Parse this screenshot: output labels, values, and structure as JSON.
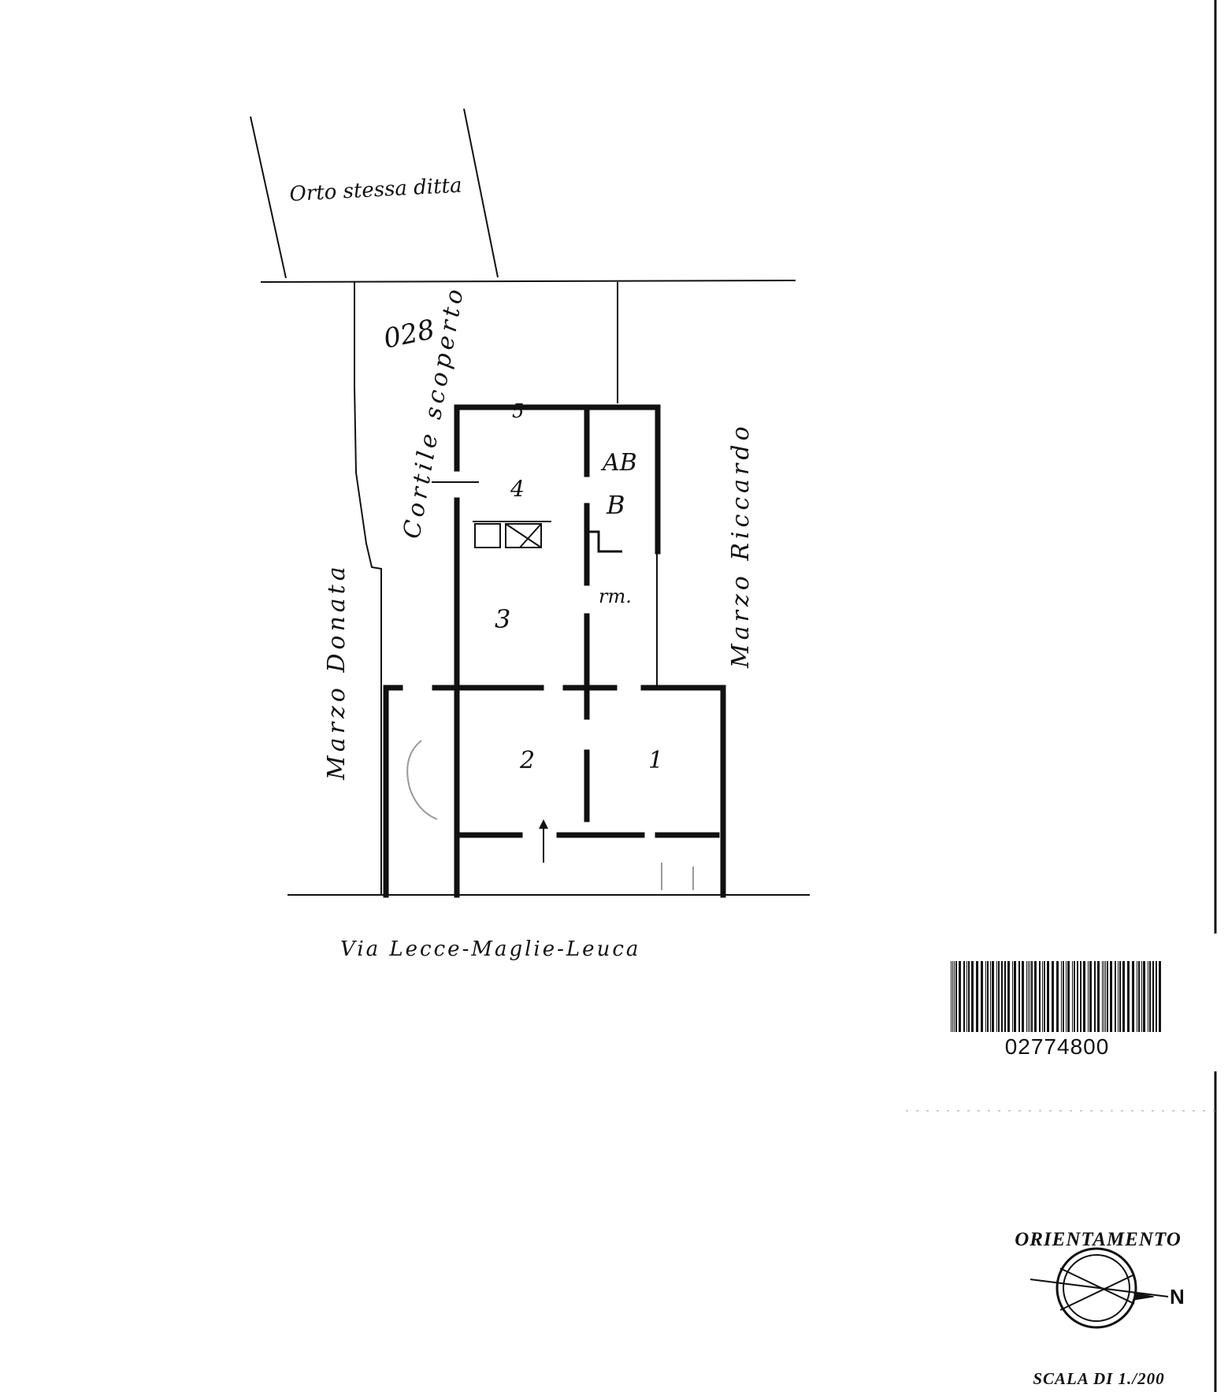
{
  "labels": {
    "garden": "Orto stessa ditta",
    "parcel": "028",
    "courtyard": "Cortile scoperto",
    "neighbor_left": "Marzo Donata",
    "neighbor_right": "Marzo Riccardo",
    "street": "Via Lecce-Maglie-Leuca",
    "room_1": "1",
    "room_2": "2",
    "room_3": "3",
    "room_4": "4",
    "room_5": "5",
    "wc_top": "AB",
    "wc_bottom": "B",
    "corridor": "rm."
  },
  "barcode": {
    "number": "02774800"
  },
  "orientation": {
    "title": "ORIENTAMENTO",
    "north": "N"
  },
  "scale": "SCALA DI 1./200"
}
